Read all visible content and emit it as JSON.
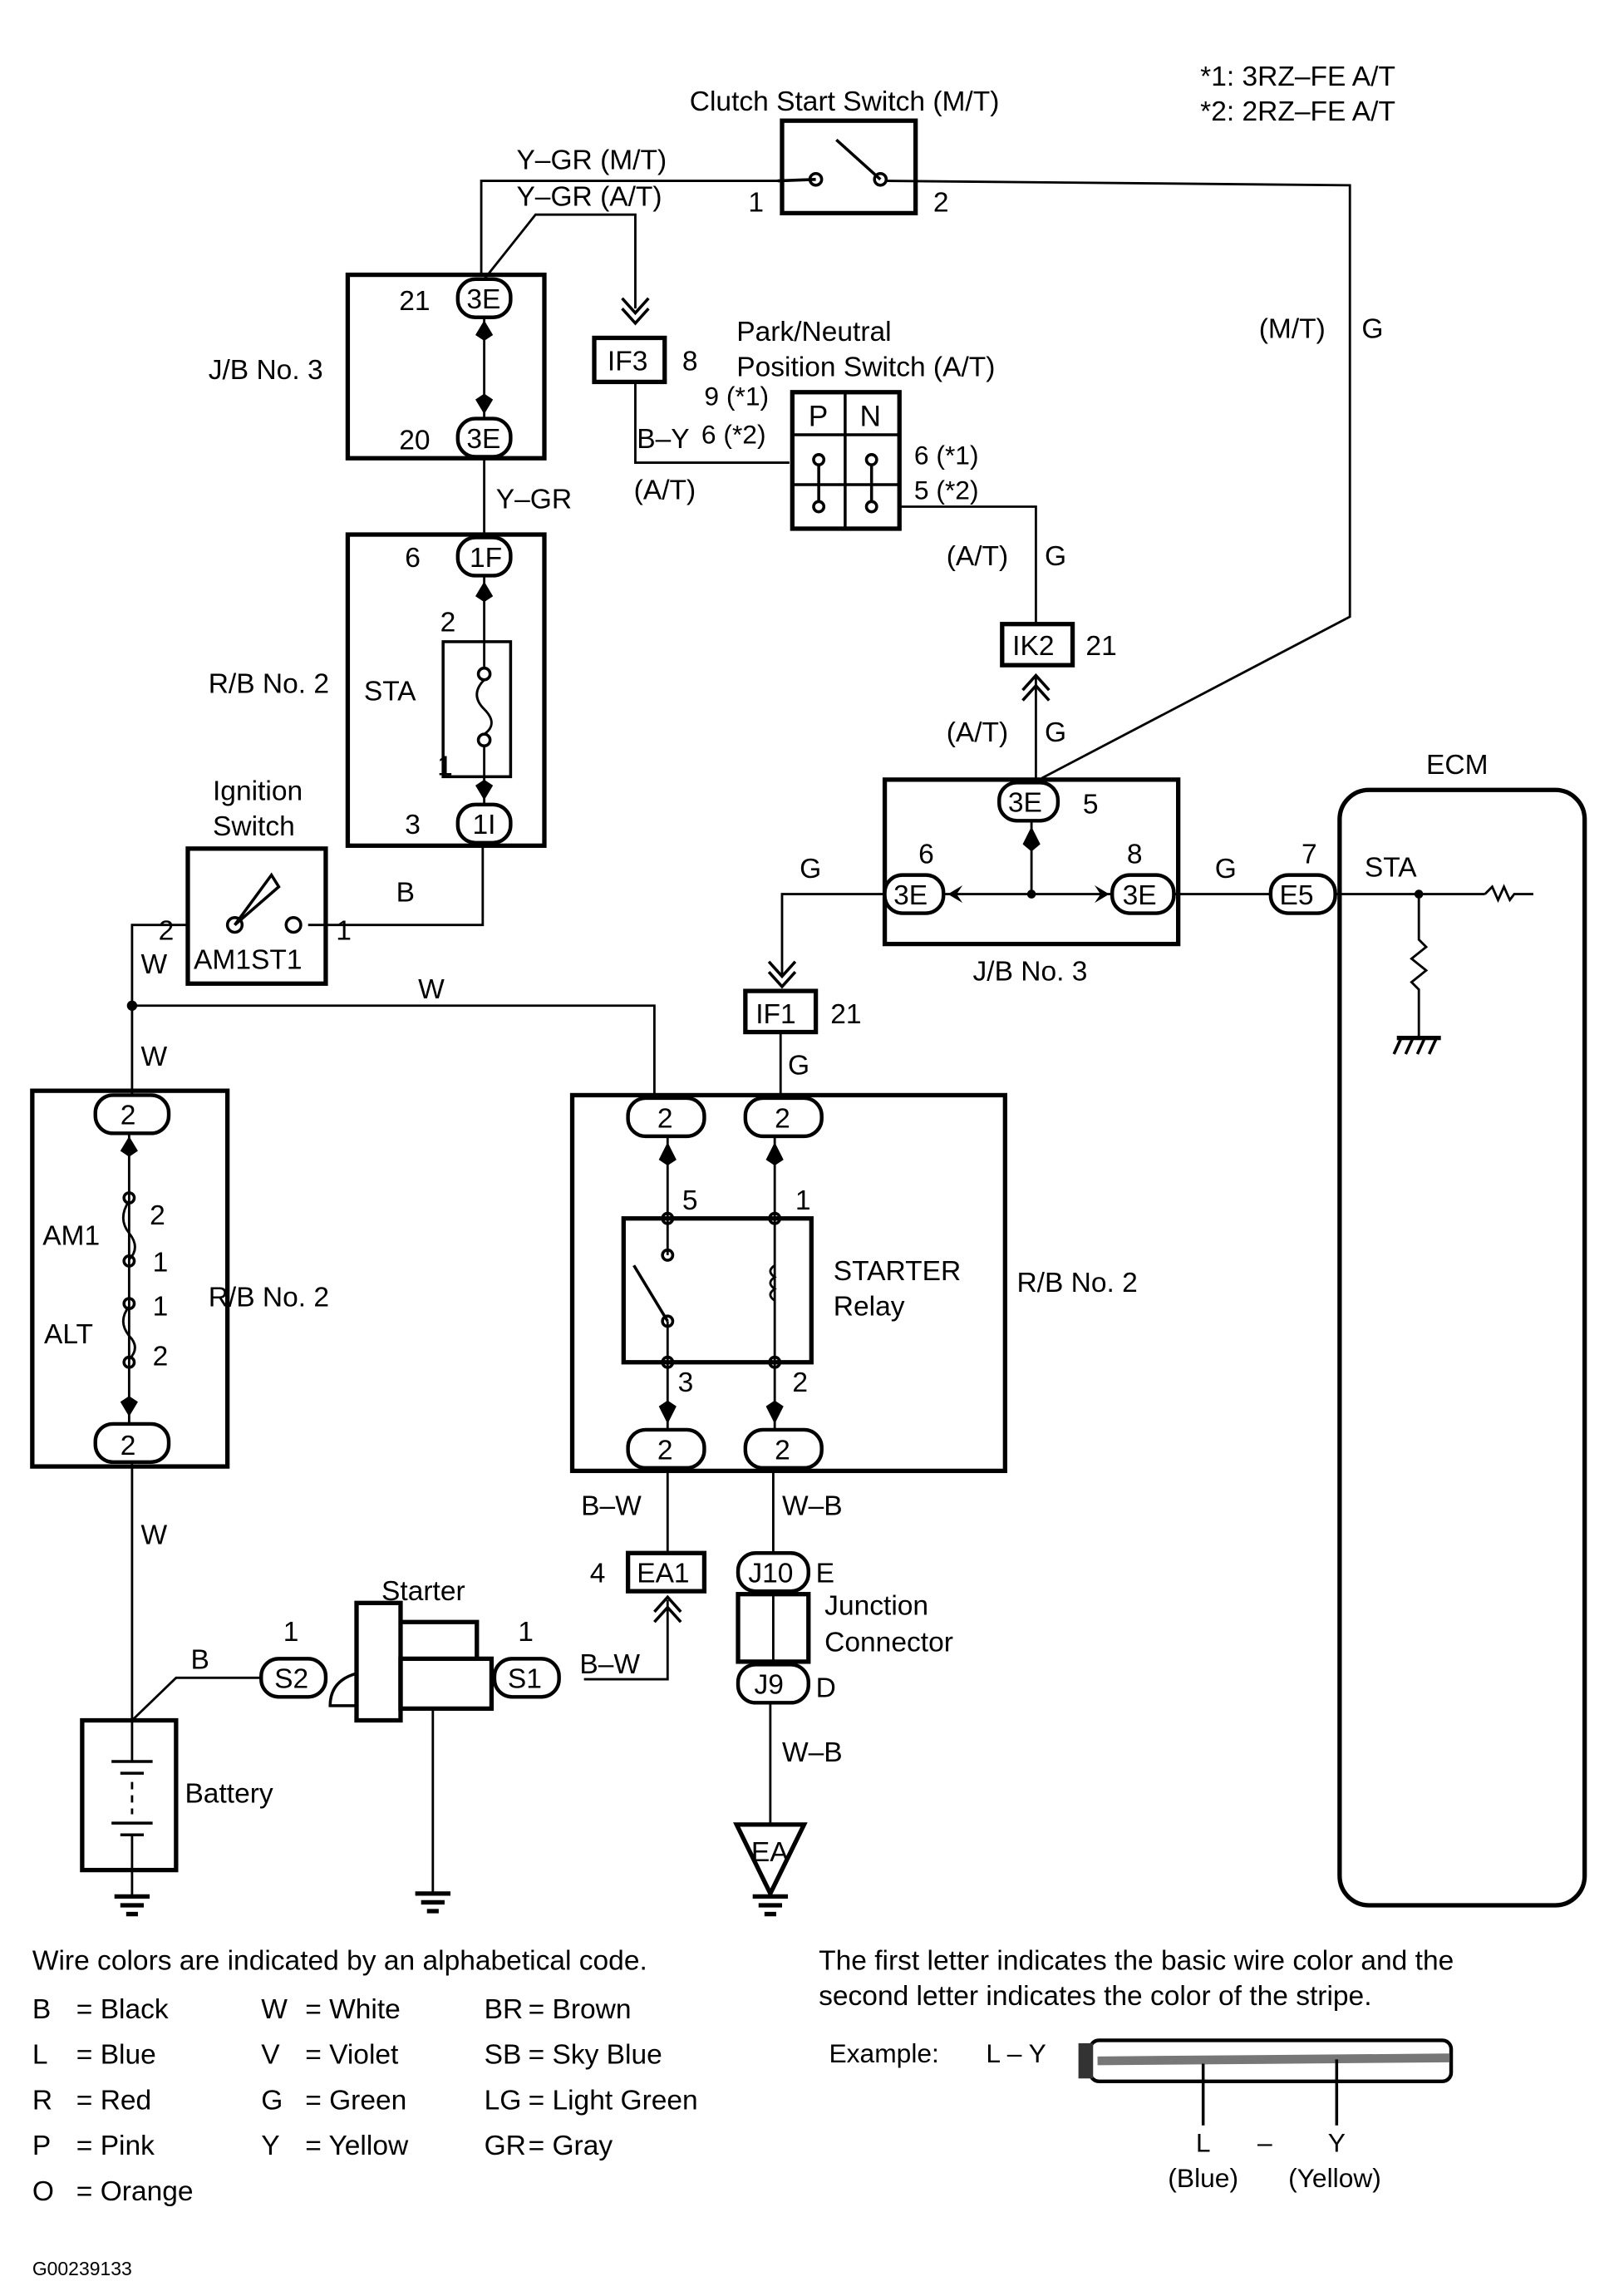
{
  "notes": {
    "n1": "*1: 3RZ–FE A/T",
    "n2": "*2: 2RZ–FE A/T"
  },
  "components": {
    "clutch_switch": "Clutch Start Switch (M/T)",
    "jb3_left": "J/B No. 3",
    "jb3_right": "J/B No. 3",
    "pn_switch_l1": "Park/Neutral",
    "pn_switch_l2": "Position Switch (A/T)",
    "rb2_sta": "R/B No. 2",
    "sta_fuse": "STA",
    "ignition_l1": "Ignition",
    "ignition_l2": "Switch",
    "ignition_contacts": "AM1ST1",
    "rb2_alt": "R/B No. 2",
    "am1": "AM1",
    "alt": "ALT",
    "starter_relay_l1": "STARTER",
    "starter_relay_l2": "Relay",
    "rb2_relay": "R/B No. 2",
    "ecm": "ECM",
    "ecm_sta": "STA",
    "starter": "Starter",
    "battery": "Battery",
    "junction_l1": "Junction",
    "junction_l2": "Connector"
  },
  "connectors": {
    "c3E": "3E",
    "c1F": "1F",
    "c1I": "1I",
    "IF3": "IF3",
    "IK2": "IK2",
    "IF1": "IF1",
    "E5": "E5",
    "EA1": "EA1",
    "J10": "J10",
    "J9": "J9",
    "S1": "S1",
    "S2": "S2",
    "EA": "EA",
    "two": "2",
    "P": "P",
    "N": "N"
  },
  "wires": {
    "ygr_mt": "Y–GR (M/T)",
    "ygr_at": "Y–GR (A/T)",
    "ygr": "Y–GR",
    "by": "B–Y",
    "at": "(A/T)",
    "mt": "(M/T)",
    "g": "G",
    "b": "B",
    "w": "W",
    "bw": "B–W",
    "wb": "W–B"
  },
  "pins": {
    "p1": "1",
    "p2": "2",
    "p3": "3",
    "p4": "4",
    "p5": "5",
    "p6": "6",
    "p7": "7",
    "p8": "8",
    "p20": "20",
    "p21": "21",
    "pn9": "9 (*1)",
    "pn6a": "6 (*2)",
    "pn6b": "6 (*1)",
    "pn5": "5 (*2)",
    "E": "E",
    "D": "D"
  },
  "legend": {
    "title": "Wire colors are indicated by an alphabetical code.",
    "codes": [
      {
        "code": "B",
        "color": "Black"
      },
      {
        "code": "W",
        "color": "White"
      },
      {
        "code": "BR",
        "color": "Brown"
      },
      {
        "code": "L",
        "color": "Blue"
      },
      {
        "code": "V",
        "color": "Violet"
      },
      {
        "code": "SB",
        "color": "Sky Blue"
      },
      {
        "code": "R",
        "color": "Red"
      },
      {
        "code": "G",
        "color": "Green"
      },
      {
        "code": "LG",
        "color": "Light Green"
      },
      {
        "code": "P",
        "color": "Pink"
      },
      {
        "code": "Y",
        "color": "Yellow"
      },
      {
        "code": "GR",
        "color": "Gray"
      },
      {
        "code": "O",
        "color": "Orange"
      }
    ],
    "explain_l1": "The first letter indicates the basic wire color and the",
    "explain_l2": "second letter indicates the color of the stripe.",
    "example_label": "Example:",
    "example_code": "L – Y",
    "ex_L": "L",
    "ex_dash": "–",
    "ex_Y": "Y",
    "ex_blue": "(Blue)",
    "ex_yellow": "(Yellow)"
  },
  "figure_id": "G00239133"
}
